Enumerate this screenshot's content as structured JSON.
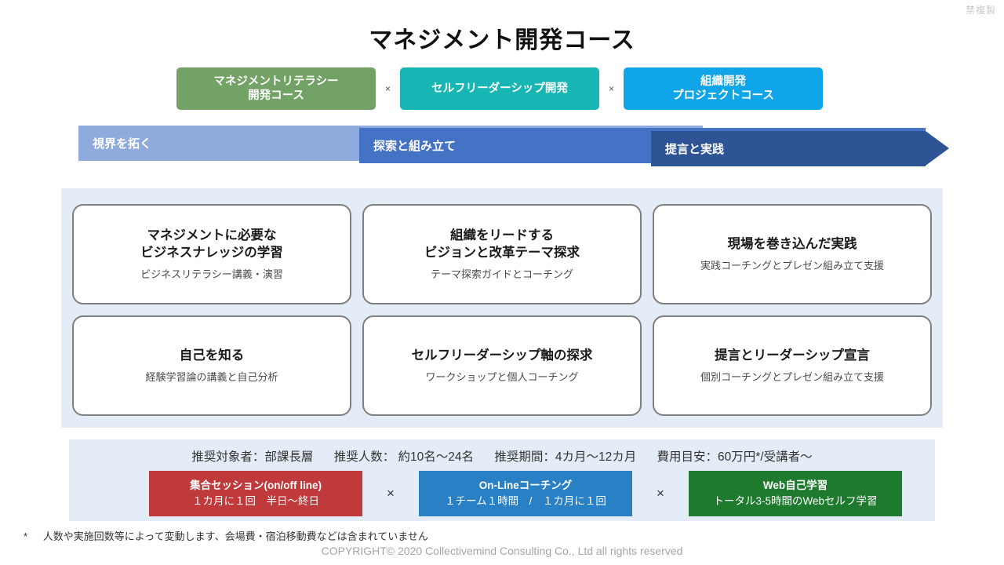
{
  "corner_mark": "禁複製",
  "title": "マネジメント開発コース",
  "courses": {
    "multiply_symbol": "×",
    "items": [
      {
        "line1": "マネジメントリテラシー",
        "line2": "開発コース",
        "color": "#72A265"
      },
      {
        "line1": "セルフリーダーシップ開発",
        "line2": "",
        "color": "#18B5B5"
      },
      {
        "line1": "組織開発",
        "line2": "プロジェクトコース",
        "color": "#10A5E8"
      }
    ]
  },
  "phases": [
    {
      "label": "視界を拓く",
      "color": "#8FAADC"
    },
    {
      "label": "探索と組み立て",
      "color": "#4472C4"
    },
    {
      "label": "提言と実践",
      "color": "#2E5496"
    }
  ],
  "cards": [
    {
      "heading_line1": "マネジメントに必要な",
      "heading_line2": "ビジネスナレッジの学習",
      "sub": "ビジネスリテラシー講義・演習"
    },
    {
      "heading_line1": "組織をリードする",
      "heading_line2": "ビジョンと改革テーマ探求",
      "sub": "テーマ探索ガイドとコーチング"
    },
    {
      "heading_line1": "現場を巻き込んだ実践",
      "heading_line2": "",
      "sub": "実践コーチングとプレゼン組み立て支援"
    },
    {
      "heading_line1": "自己を知る",
      "heading_line2": "",
      "sub": "経験学習論の講義と自己分析"
    },
    {
      "heading_line1": "セルフリーダーシップ軸の探求",
      "heading_line2": "",
      "sub": "ワークショップと個人コーチング"
    },
    {
      "heading_line1": "提言とリーダーシップ宣言",
      "heading_line2": "",
      "sub": "個別コーチングとプレゼン組み立て支援"
    }
  ],
  "spec": {
    "items": [
      "推奨対象者：部課長層",
      "推奨人数： 約10名〜24名",
      "推奨期間：4カ月〜12カ月",
      "費用目安：60万円*/受講者〜"
    ]
  },
  "modes": {
    "multiply_symbol": "×",
    "items": [
      {
        "heading": "集合セッション(on/off line)",
        "sub": "１カ月に１回　半日〜終日",
        "color": "#C0393B"
      },
      {
        "heading": "On-Lineコーチング",
        "sub": "１チーム１時間　/　１カ月に１回",
        "color": "#2980C4"
      },
      {
        "heading": "Web自己学習",
        "sub": "トータル3-5時間のWebセルフ学習",
        "color": "#1E7B2E"
      }
    ]
  },
  "footnote": {
    "star": "*",
    "text": "人数や実施回数等によって変動します、会場費・宿泊移動費などは含まれていません"
  },
  "copyright": "COPYRIGHT© 2020 Collectivemind Consulting Co., Ltd  all rights reserved"
}
